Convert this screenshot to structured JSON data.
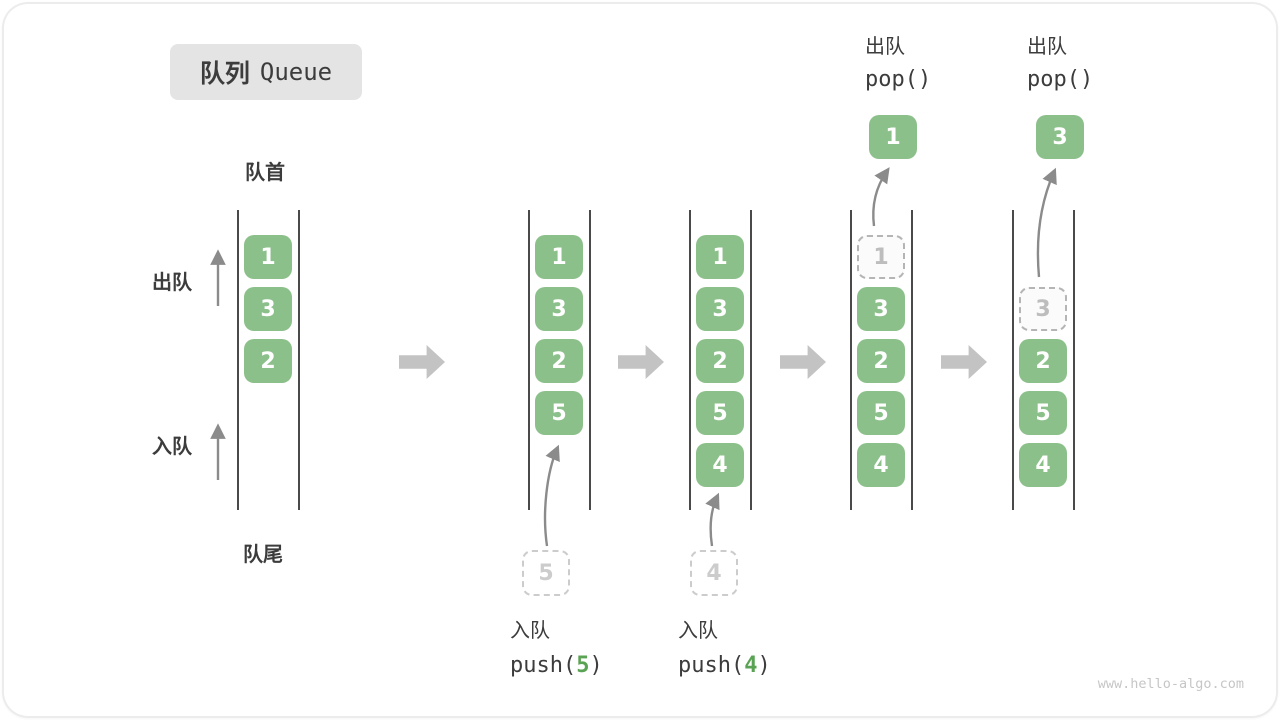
{
  "title": {
    "zh": "队列",
    "en": "Queue"
  },
  "side_labels": {
    "front": "队首",
    "rear": "队尾",
    "dequeue": "出队",
    "enqueue": "入队"
  },
  "watermark": "www.hello-algo.com",
  "colors": {
    "box_green": "#8cc08a",
    "box_digit": "#ffffff",
    "accent_green": "#5ba354",
    "dashed_border": "#b5b5b5",
    "dashed_digit": "#bdbdbd",
    "faint_border": "#cccccc",
    "faint_digit": "#cccccc",
    "column_line": "#4a4a4a",
    "step_arrow": "#c3c3c3",
    "curve_arrow": "#8b8b8b",
    "text_dark": "#3c3c3c",
    "title_bg": "#e4e4e4",
    "watermark_color": "#c6c6c6"
  },
  "queues": [
    {
      "slots": [
        "1",
        "3",
        "2"
      ],
      "slot_styles": [
        "solid",
        "solid",
        "solid"
      ]
    },
    {
      "slots": [
        "1",
        "3",
        "2",
        "5"
      ],
      "slot_styles": [
        "solid",
        "solid",
        "solid",
        "solid"
      ],
      "incoming": {
        "value": "5"
      },
      "caption": {
        "op": "入队",
        "code_prefix": "push(",
        "arg": "5",
        "code_suffix": ")"
      }
    },
    {
      "slots": [
        "1",
        "3",
        "2",
        "5",
        "4"
      ],
      "slot_styles": [
        "solid",
        "solid",
        "solid",
        "solid",
        "solid"
      ],
      "incoming": {
        "value": "4"
      },
      "caption": {
        "op": "入队",
        "code_prefix": "push(",
        "arg": "4",
        "code_suffix": ")"
      }
    },
    {
      "slots": [
        "1",
        "3",
        "2",
        "5",
        "4"
      ],
      "slot_styles": [
        "dashed",
        "solid",
        "solid",
        "solid",
        "solid"
      ],
      "popped": {
        "value": "1"
      },
      "header": {
        "op": "出队",
        "code": "pop()"
      }
    },
    {
      "slots": [
        "",
        "3",
        "2",
        "5",
        "4"
      ],
      "slot_styles": [
        "empty",
        "dashed",
        "solid",
        "solid",
        "solid"
      ],
      "popped": {
        "value": "3"
      },
      "header": {
        "op": "出队",
        "code": "pop()"
      }
    }
  ]
}
